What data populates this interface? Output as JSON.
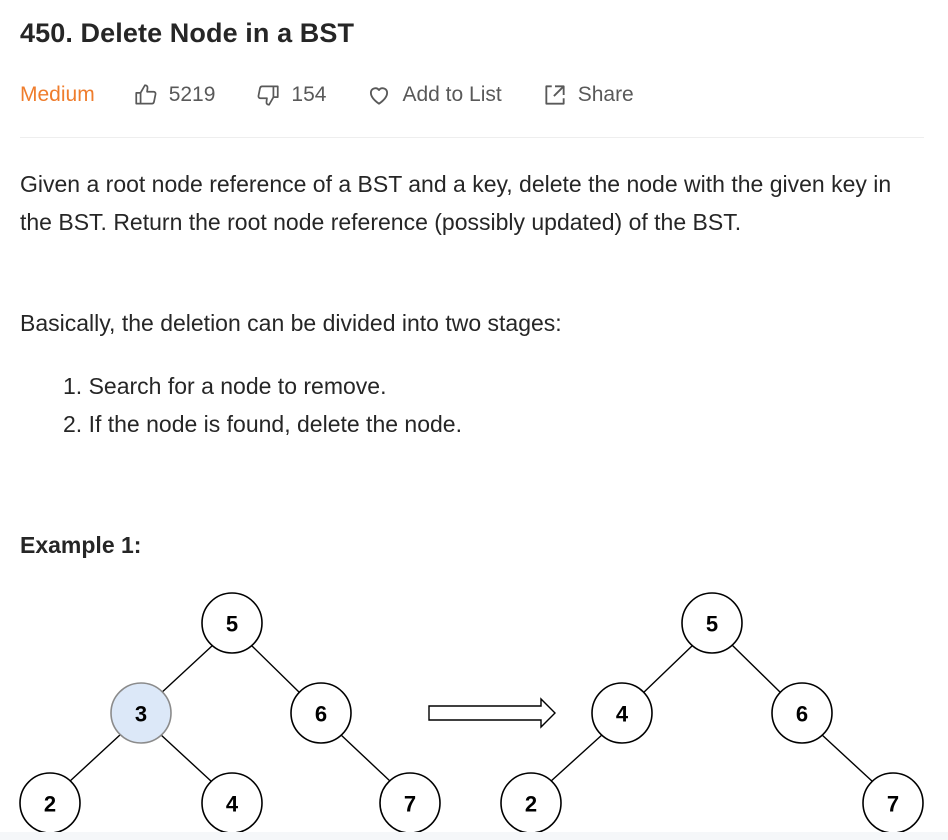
{
  "problem": {
    "title": "450. Delete Node in a BST",
    "difficulty": "Medium",
    "likes": "5219",
    "dislikes": "154",
    "add_to_list": "Add to List",
    "share": "Share"
  },
  "content": {
    "desc1": "Given a root node reference of a BST and a key, delete the node with the given key in the BST. Return the root node reference (possibly updated) of the BST.",
    "desc2": "Basically, the deletion can be divided into two stages:",
    "steps": [
      "1. Search for a node to remove.",
      "2. If the node is found, delete the node."
    ],
    "example_title": "Example 1:"
  },
  "diagram": {
    "before_nodes": [
      "5",
      "3",
      "6",
      "2",
      "4",
      "7"
    ],
    "after_nodes": [
      "5",
      "4",
      "6",
      "2",
      "7"
    ],
    "highlight_color": "#dce8f8"
  }
}
